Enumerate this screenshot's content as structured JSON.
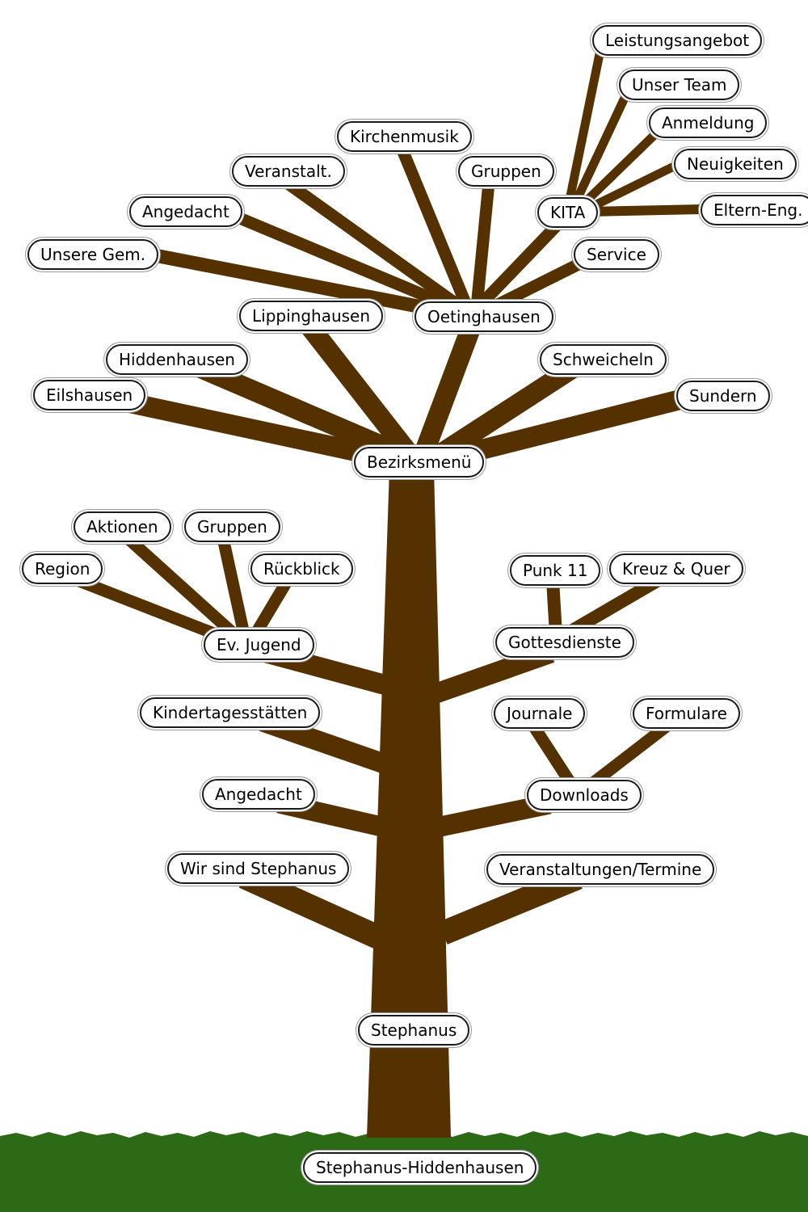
{
  "colors": {
    "trunk": "#553100",
    "ground": "#2c6a16",
    "bubble_bg": "#ffffff",
    "bubble_border": "#1a1a1a"
  },
  "nodes": {
    "leistungsangebot": "Leistungsangebot",
    "unser_team": "Unser Team",
    "anmeldung": "Anmeldung",
    "neuigkeiten": "Neuigkeiten",
    "eltern_eng": "Eltern-Eng.",
    "kita": "KITA",
    "kirchenmusik": "Kirchenmusik",
    "gruppen_oet": "Gruppen",
    "veranstalt": "Veranstalt.",
    "angedacht_oet": "Angedacht",
    "unsere_gem": "Unsere Gem.",
    "service": "Service",
    "oetinghausen": "Oetinghausen",
    "lippinghausen": "Lippinghausen",
    "hiddenhausen": "Hiddenhausen",
    "eilshausen": "Eilshausen",
    "schweicheln": "Schweicheln",
    "sundern": "Sundern",
    "bezirksmenue": "Bezirksmenü",
    "aktionen": "Aktionen",
    "gruppen_jugend": "Gruppen",
    "region": "Region",
    "rueckblick": "Rückblick",
    "ev_jugend": "Ev. Jugend",
    "punk11": "Punk 11",
    "kreuz_quer": "Kreuz & Quer",
    "gottesdienste": "Gottesdienste",
    "kindertagesstaetten": "Kindertagesstätten",
    "journale": "Journale",
    "formulare": "Formulare",
    "angedacht": "Angedacht",
    "downloads": "Downloads",
    "wir_sind_stephanus": "Wir sind Stephanus",
    "veranstaltungen_termine": "Veranstaltungen/Termine",
    "stephanus": "Stephanus",
    "stephanus_hiddenhausen": "Stephanus-Hiddenhausen"
  }
}
